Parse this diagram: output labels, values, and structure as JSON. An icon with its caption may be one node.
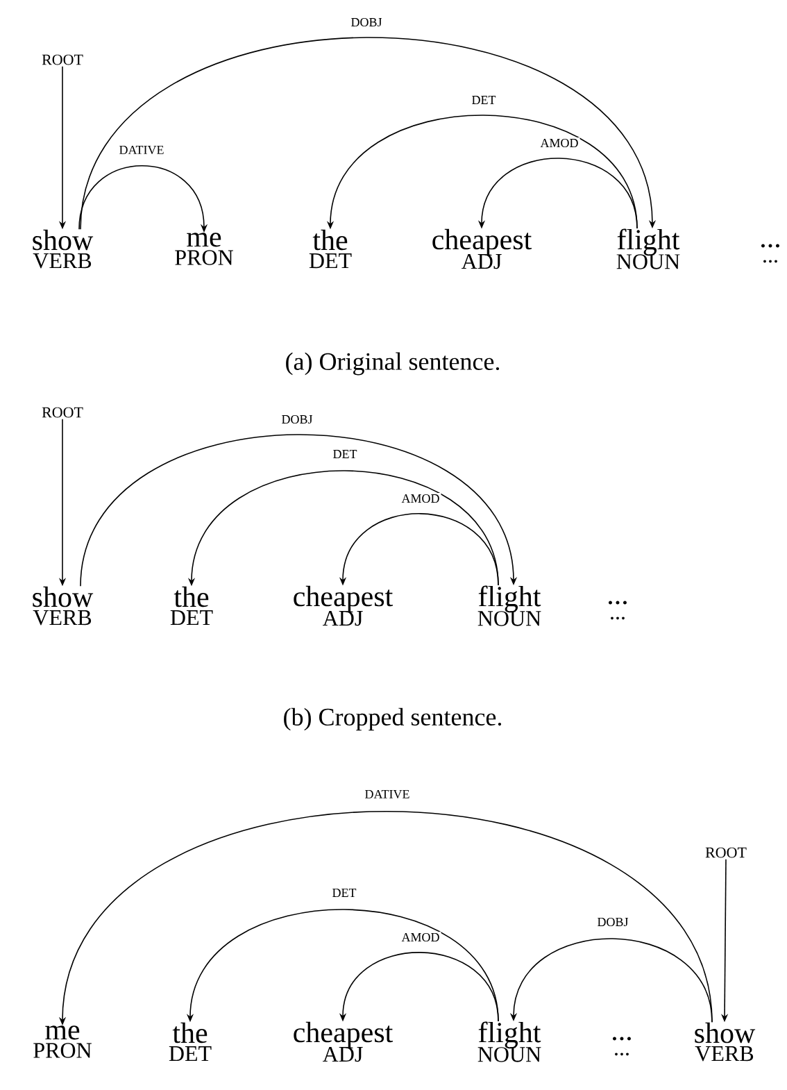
{
  "diagram": {
    "nodes": [
      {
        "text": [
          "ROOT"
        ]
      },
      {
        "text": [
          "show",
          "VERB"
        ]
      },
      {
        "text": [
          "me",
          "PRON"
        ]
      },
      {
        "text": [
          "the",
          "DET"
        ]
      },
      {
        "text": [
          "cheapest",
          "ADJ"
        ]
      },
      {
        "text": [
          "flight",
          "NOUN"
        ]
      },
      {
        "text": [
          "...",
          "..."
        ]
      },
      {
        "text": [
          "ROOT"
        ]
      },
      {
        "text": [
          "show",
          "VERB"
        ]
      },
      {
        "text": [
          "the",
          "DET"
        ]
      },
      {
        "text": [
          "cheapest",
          "ADJ"
        ]
      },
      {
        "text": [
          "flight",
          "NOUN"
        ]
      },
      {
        "text": [
          "...",
          "..."
        ]
      },
      {
        "text": [
          "ROOT"
        ]
      },
      {
        "text": [
          "me",
          "PRON"
        ]
      },
      {
        "text": [
          "the",
          "DET"
        ]
      },
      {
        "text": [
          "cheapest",
          "ADJ"
        ]
      },
      {
        "text": [
          "flight",
          "NOUN"
        ]
      },
      {
        "text": [
          "...",
          "..."
        ]
      },
      {
        "text": [
          "show",
          "VERB"
        ]
      }
    ],
    "edges": [
      {
        "from": 0,
        "to": 1,
        "arrow": "to"
      },
      {
        "from": 1,
        "to": 5,
        "arrow": "to",
        "label": "DOBJ"
      },
      {
        "from": 1,
        "to": 2,
        "arrow": "to",
        "label": "DATIVE"
      },
      {
        "from": 5,
        "to": 3,
        "arrow": "to",
        "label": "DET"
      },
      {
        "from": 5,
        "to": 4,
        "arrow": "to",
        "label": "AMOD"
      },
      {
        "from": 7,
        "to": 8,
        "arrow": "to"
      },
      {
        "from": 8,
        "to": 11,
        "arrow": "to",
        "label": "DOBJ"
      },
      {
        "from": 11,
        "to": 9,
        "arrow": "to",
        "label": "DET"
      },
      {
        "from": 11,
        "to": 10,
        "arrow": "to",
        "label": "AMOD"
      },
      {
        "from": 19,
        "to": 14,
        "arrow": "to",
        "label": "DATIVE"
      },
      {
        "from": 13,
        "to": 19,
        "arrow": "to"
      },
      {
        "from": 17,
        "to": 15,
        "arrow": "to",
        "label": "DET"
      },
      {
        "from": 17,
        "to": 16,
        "arrow": "to",
        "label": "AMOD"
      },
      {
        "from": 19,
        "to": 17,
        "arrow": "to",
        "label": "DOBJ"
      }
    ],
    "labels": [
      "(a) Original sentence.",
      "(b) Cropped sentence."
    ]
  }
}
